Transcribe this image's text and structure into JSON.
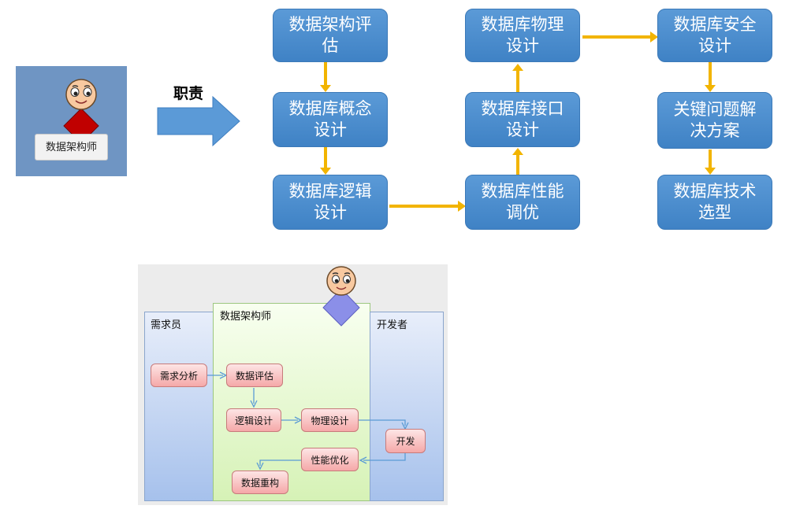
{
  "persona": {
    "label": "数据架构师"
  },
  "duty_label": "职责",
  "process": {
    "col1": [
      "数据架构评估",
      "数据库概念设计",
      "数据库逻辑设计"
    ],
    "col2": [
      "数据库物理设计",
      "数据库接口设计",
      "数据库性能调优"
    ],
    "col3": [
      "数据库安全设计",
      "关键问题解决方案",
      "数据库技术选型"
    ]
  },
  "swimlane": {
    "lanes": [
      "需求员",
      "数据架构师",
      "开发者"
    ],
    "boxes": {
      "req": "需求分析",
      "assess": "数据评估",
      "logic": "逻辑设计",
      "physical": "物理设计",
      "develop": "开发",
      "tune": "性能优化",
      "refactor": "数据重构"
    }
  },
  "colors": {
    "process_box": "#4a8ccf",
    "arrow": "#f2b400",
    "big_arrow": "#5b9ad7",
    "persona_bg": "#6f95c3",
    "head": "#f8c9a0",
    "diamond_red": "#c00000",
    "diamond_purple": "#8b8fe8",
    "swim_box": "#f8b8b8",
    "connector": "#5a9bd5"
  },
  "icons": {
    "persona": "person-avatar-icon",
    "arrow": "right-arrow-icon"
  }
}
